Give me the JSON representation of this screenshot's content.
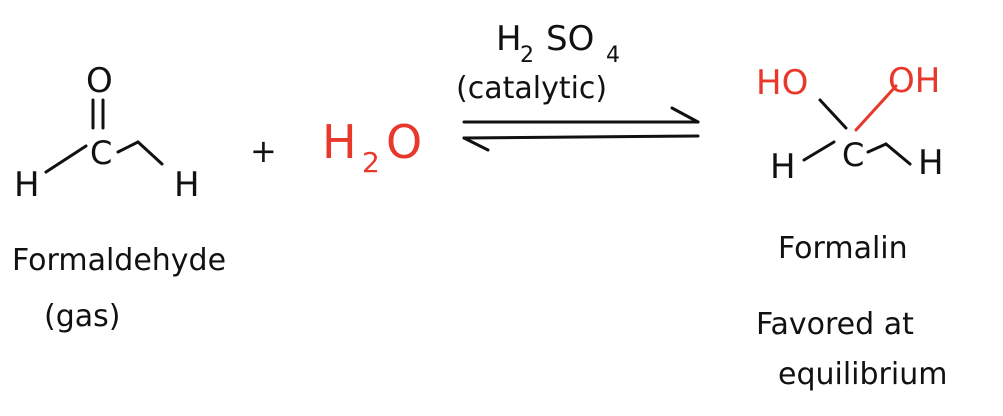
{
  "reactant": {
    "atoms": {
      "O": "O",
      "C": "C",
      "H_left": "H",
      "H_right": "H"
    },
    "name": "Formaldehyde",
    "state": "(gas)"
  },
  "plus": "+",
  "water": {
    "H": "H",
    "sub": "2",
    "O": "O",
    "color": "#e8372b"
  },
  "conditions": {
    "catalyst_H": "H",
    "catalyst_sub1": "2",
    "catalyst_SO": "SO",
    "catalyst_sub2": "4",
    "note": "(catalytic)"
  },
  "product": {
    "atoms": {
      "HO": "HO",
      "OH": "OH",
      "C": "C",
      "H_left": "H",
      "H_right": "H"
    },
    "name": "Formalin",
    "note_line1": "Favored at",
    "note_line2": "equilibrium",
    "added_color": "#e8372b"
  }
}
